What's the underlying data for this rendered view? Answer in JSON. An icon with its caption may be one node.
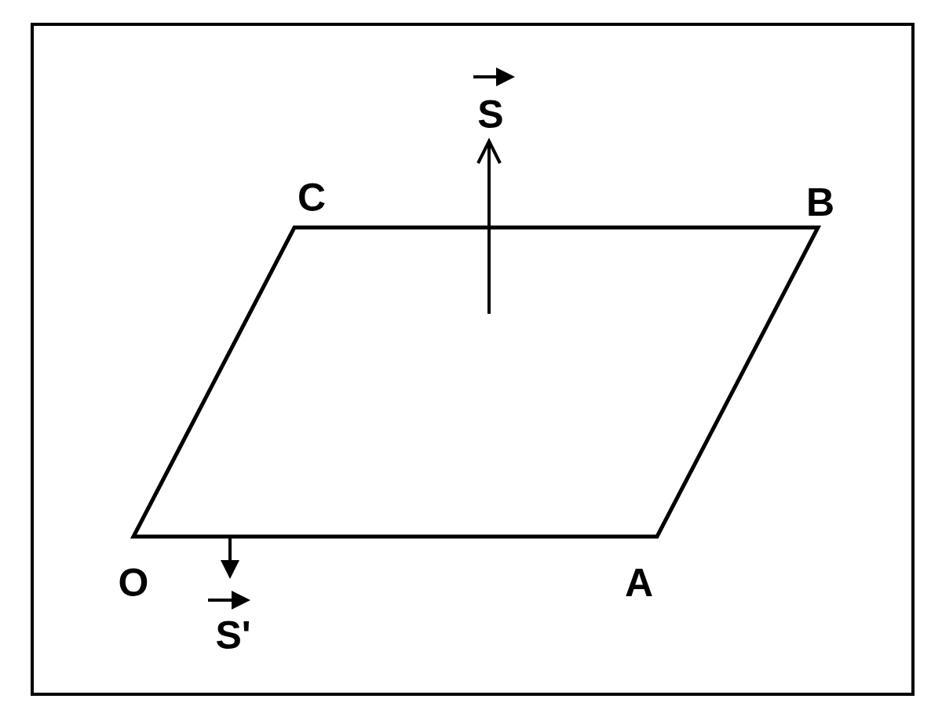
{
  "diagram": {
    "labels": [
      "S",
      "C",
      "B",
      "O",
      "A",
      "S'"
    ]
  }
}
